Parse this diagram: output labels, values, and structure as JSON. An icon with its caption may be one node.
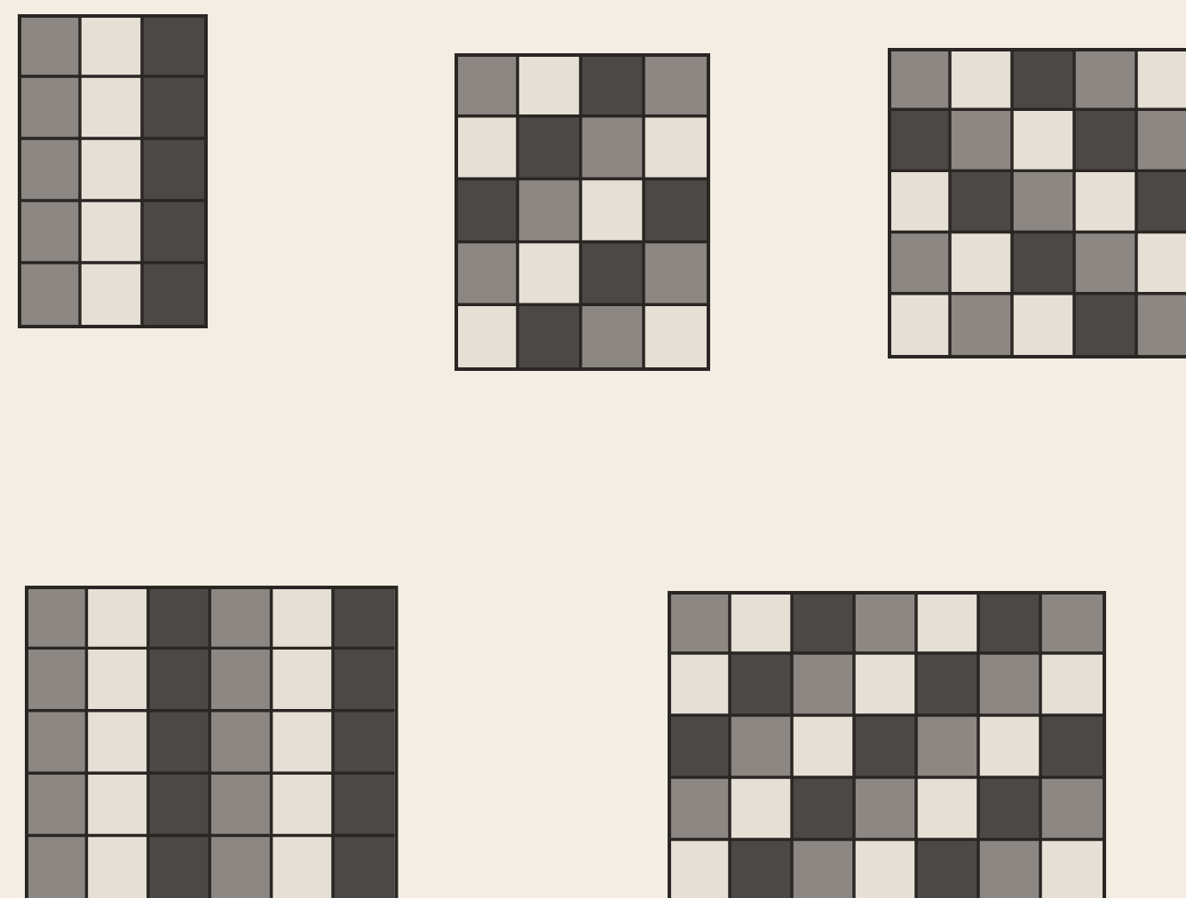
{
  "diagram": {
    "nodes": [
      {
        "text": [],
        "shape": "grid"
      },
      {
        "text": [],
        "shape": "grid"
      },
      {
        "text": [],
        "shape": "grid"
      },
      {
        "text": [],
        "shape": "grid"
      },
      {
        "text": [],
        "shape": "grid"
      }
    ]
  }
}
